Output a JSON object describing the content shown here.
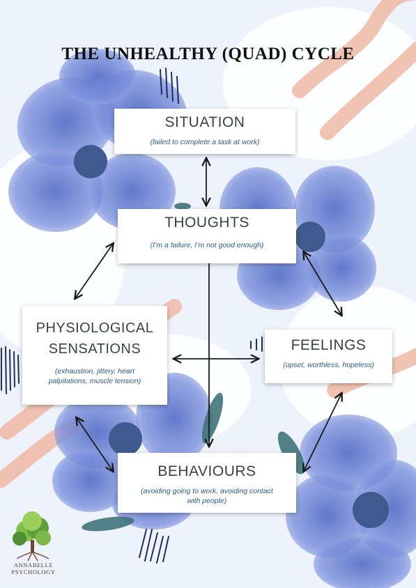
{
  "title": "THE UNHEALTHY (QUAD) CYCLE",
  "nodes": {
    "situation": {
      "heading": "SITUATION",
      "detail": "(failed to complete a task at work)"
    },
    "thoughts": {
      "heading": "THOUGHTS",
      "detail": "(I’m a failure, I’m not good enough)"
    },
    "physiological": {
      "heading_line1": "PHYSIOLOGICAL",
      "heading_line2": "SENSATIONS",
      "detail_line1": "(exhaustion, jittery, heart",
      "detail_line2": "palpitations, muscle tension)"
    },
    "feelings": {
      "heading": "FEELINGS",
      "detail": "(upset, worthless, hopeless)"
    },
    "behaviours": {
      "heading": "BEHAVIOURS",
      "detail_line1": "(avoiding going to work, avoiding contact",
      "detail_line2": "with people)"
    }
  },
  "connections": [
    [
      "situation",
      "thoughts"
    ],
    [
      "thoughts",
      "physiological"
    ],
    [
      "thoughts",
      "feelings"
    ],
    [
      "thoughts",
      "behaviours"
    ],
    [
      "physiological",
      "feelings"
    ],
    [
      "physiological",
      "behaviours"
    ],
    [
      "feelings",
      "behaviours"
    ]
  ],
  "logo": {
    "line1": "ANNABELLE",
    "line2": "PSYCHOLOGY"
  },
  "colors": {
    "background": "#eef3fb",
    "flower": "#6f86d6",
    "flower_center": "#3f5a8f",
    "stripe": "#efb9a6",
    "leaf": "#3f7379",
    "box_heading": "#3b3f4a",
    "box_detail": "#2b5a84"
  }
}
